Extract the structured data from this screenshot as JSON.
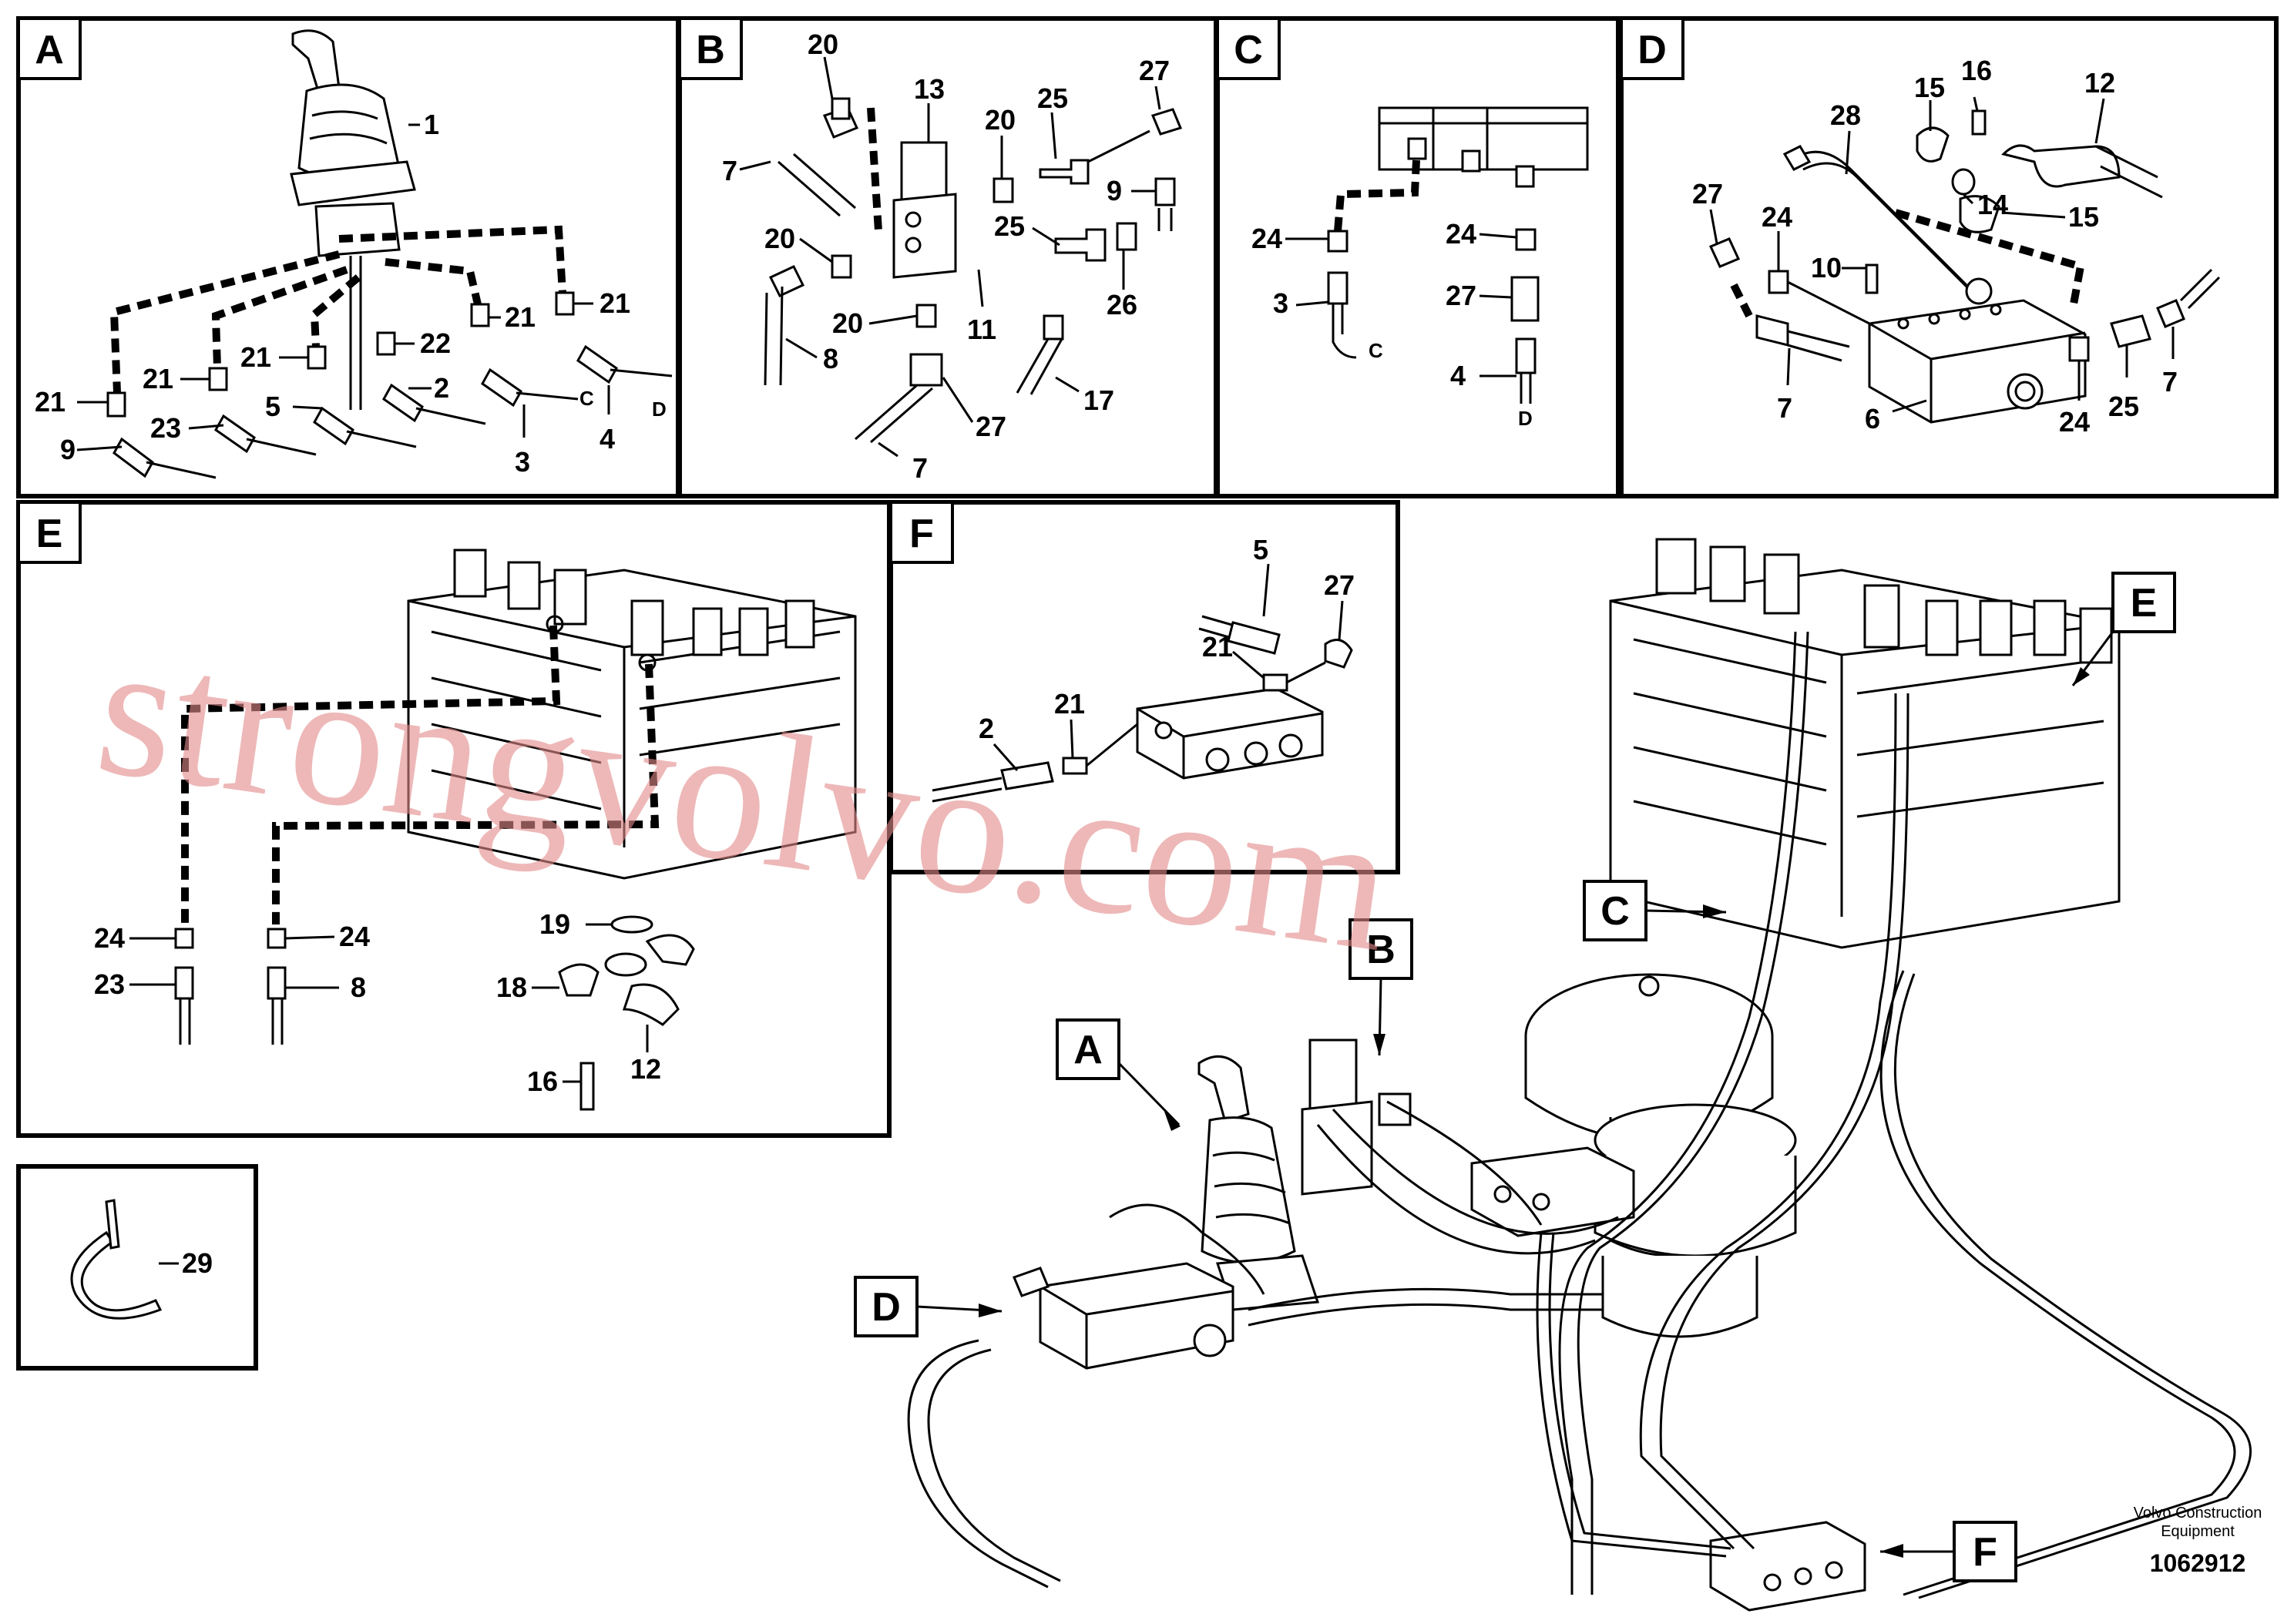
{
  "panels": {
    "A": {
      "letter": "A"
    },
    "B": {
      "letter": "B"
    },
    "C": {
      "letter": "C"
    },
    "D": {
      "letter": "D"
    },
    "E": {
      "letter": "E"
    },
    "F": {
      "letter": "F"
    }
  },
  "callouts": {
    "A": {
      "p1": "1",
      "p21a": "21",
      "p21b": "21",
      "p21c": "21",
      "p21d": "21",
      "p21e": "21",
      "p22": "22",
      "p2": "2",
      "p5": "5",
      "p23": "23",
      "p9": "9",
      "p3": "3",
      "p4": "4",
      "c": "C",
      "d": "D"
    },
    "B": {
      "p20a": "20",
      "p13": "13",
      "p20b": "20",
      "p25a": "25",
      "p27": "27",
      "p7a": "7",
      "p9": "9",
      "p20c": "20",
      "p25b": "25",
      "p26": "26",
      "p20d": "20",
      "p11": "11",
      "p8": "8",
      "p17": "17",
      "p27b": "27",
      "p7b": "7"
    },
    "C": {
      "p24a": "24",
      "p24b": "24",
      "p3": "3",
      "p27": "27",
      "p4": "4",
      "c": "C",
      "d": "D"
    },
    "D": {
      "p16": "16",
      "p15a": "15",
      "p12": "12",
      "p28": "28",
      "p27": "27",
      "p24a": "24",
      "p14": "14",
      "p15b": "15",
      "p10": "10",
      "p7a": "7",
      "p6": "6",
      "p24b": "24",
      "p25": "25",
      "p7b": "7"
    },
    "E": {
      "p24a": "24",
      "p24b": "24",
      "p23": "23",
      "p8": "8",
      "p19": "19",
      "p18": "18",
      "p12": "12",
      "p16": "16"
    },
    "F": {
      "p5": "5",
      "p27": "27",
      "p21a": "21",
      "p2": "2",
      "p21b": "21"
    },
    "detail": {
      "p29": "29"
    }
  },
  "main_callouts": {
    "A": "A",
    "B": "B",
    "C": "C",
    "D": "D",
    "E": "E",
    "F": "F"
  },
  "watermark": "strongvolvo.com",
  "footer": {
    "company": "Volvo Construction",
    "company2": "Equipment",
    "doc_number": "1062912"
  }
}
